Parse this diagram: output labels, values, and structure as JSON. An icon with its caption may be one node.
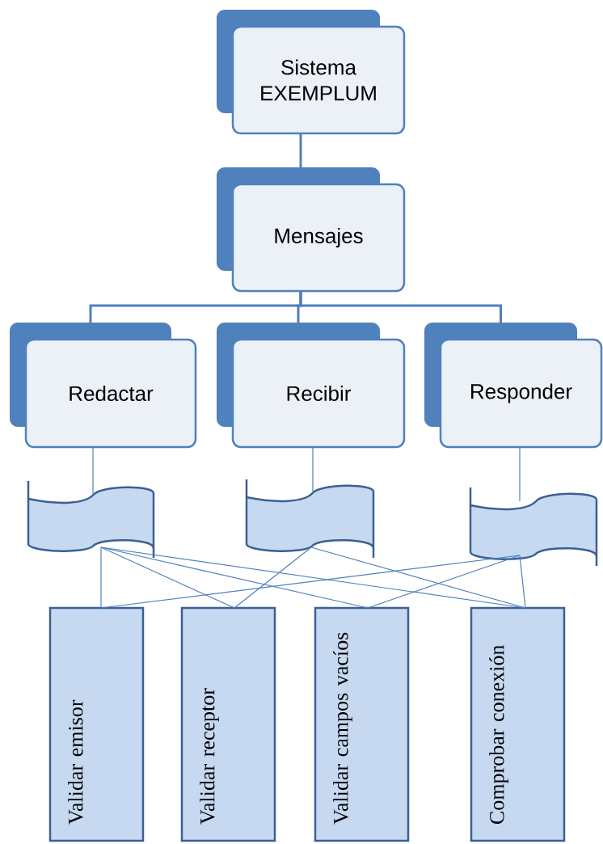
{
  "diagram": {
    "nodes": [
      {
        "text": [
          "Sistema EXEMPLUM"
        ]
      },
      {
        "text": [
          "Mensajes"
        ]
      },
      {
        "text": [
          "Redactar"
        ]
      },
      {
        "text": [
          "Recibir"
        ]
      },
      {
        "text": [
          "Responder"
        ]
      },
      {
        "text": [],
        "shape": "flag"
      },
      {
        "text": [],
        "shape": "flag"
      },
      {
        "text": [],
        "shape": "flag"
      },
      {
        "text": [
          "Validar emisor"
        ]
      },
      {
        "text": [
          "Validar receptor"
        ]
      },
      {
        "text": [
          "Validar campos vacíos"
        ]
      },
      {
        "text": [
          "Comprobar conexión"
        ]
      }
    ],
    "edges": [
      {
        "from": 0,
        "to": 1,
        "arrow": "none",
        "style": "thick"
      },
      {
        "from": 1,
        "to": 2,
        "arrow": "none",
        "style": "thick"
      },
      {
        "from": 1,
        "to": 3,
        "arrow": "none",
        "style": "thick"
      },
      {
        "from": 1,
        "to": 4,
        "arrow": "none",
        "style": "thick"
      },
      {
        "from": 2,
        "to": 5,
        "arrow": "none"
      },
      {
        "from": 3,
        "to": 6,
        "arrow": "none"
      },
      {
        "from": 4,
        "to": 7,
        "arrow": "none"
      },
      {
        "from": 5,
        "to": 8,
        "arrow": "none"
      },
      {
        "from": 5,
        "to": 9,
        "arrow": "none"
      },
      {
        "from": 5,
        "to": 10,
        "arrow": "none"
      },
      {
        "from": 5,
        "to": 11,
        "arrow": "none"
      },
      {
        "from": 6,
        "to": 9,
        "arrow": "none"
      },
      {
        "from": 6,
        "to": 11,
        "arrow": "none"
      },
      {
        "from": 7,
        "to": 8,
        "arrow": "none"
      },
      {
        "from": 7,
        "to": 10,
        "arrow": "none"
      },
      {
        "from": 7,
        "to": 11,
        "arrow": "none"
      }
    ]
  }
}
